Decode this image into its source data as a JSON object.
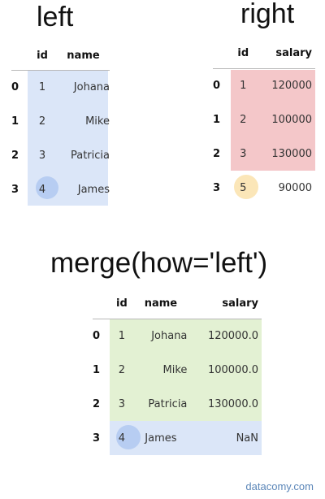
{
  "titles": {
    "left": "left",
    "right": "right",
    "merge": "merge(how='left')"
  },
  "left_table": {
    "columns": [
      "id",
      "name"
    ],
    "rows": [
      {
        "index": "0",
        "id": "1",
        "name": "Johana"
      },
      {
        "index": "1",
        "id": "2",
        "name": "Mike"
      },
      {
        "index": "2",
        "id": "3",
        "name": "Patricia"
      },
      {
        "index": "3",
        "id": "4",
        "name": "James"
      }
    ]
  },
  "right_table": {
    "columns": [
      "id",
      "salary"
    ],
    "rows": [
      {
        "index": "0",
        "id": "1",
        "salary": "120000"
      },
      {
        "index": "1",
        "id": "2",
        "salary": "100000"
      },
      {
        "index": "2",
        "id": "3",
        "salary": "130000"
      },
      {
        "index": "3",
        "id": "5",
        "salary": "90000"
      }
    ]
  },
  "merged_table": {
    "columns": [
      "id",
      "name",
      "salary"
    ],
    "rows": [
      {
        "index": "0",
        "id": "1",
        "name": "Johana",
        "salary": "120000.0"
      },
      {
        "index": "1",
        "id": "2",
        "name": "Mike",
        "salary": "100000.0"
      },
      {
        "index": "2",
        "id": "3",
        "name": "Patricia",
        "salary": "130000.0"
      },
      {
        "index": "3",
        "id": "4",
        "name": "James",
        "salary": "NaN"
      }
    ]
  },
  "colors": {
    "left_highlight": "#dbe6f8",
    "left_circle": "#b7cdf2",
    "right_highlight": "#f4c7c9",
    "right_circle": "#fbe6b8",
    "merged_highlight": "#e3f1d3",
    "merged_unmatched": "#dbe6f8"
  },
  "watermark": "datacomy.com"
}
